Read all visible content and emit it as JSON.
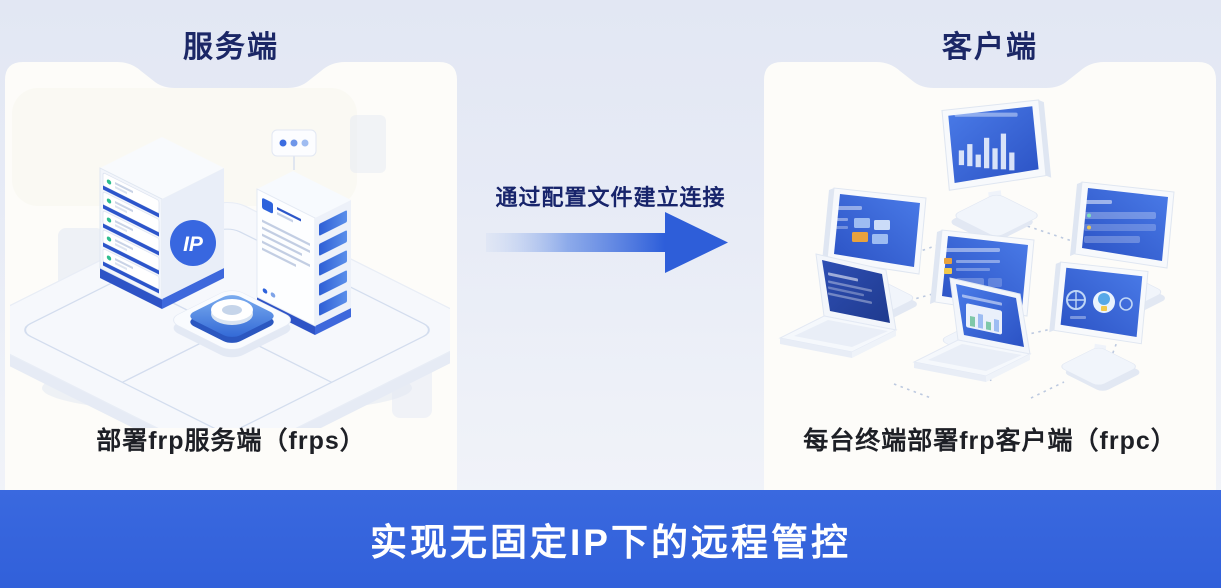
{
  "server_panel": {
    "title": "服务端",
    "caption": "部署frp服务端（frps）",
    "ip_badge": "IP"
  },
  "client_panel": {
    "title": "客户端",
    "caption": "每台终端部署frp客户端（frpc）"
  },
  "connection": {
    "label": "通过配置文件建立连接"
  },
  "banner": {
    "text": "实现无固定IP下的远程管控"
  },
  "colors": {
    "accent_blue": "#3160DA",
    "title_navy": "#1B2766",
    "screen_blue": "#3D6EE0",
    "badge_blue": "#3867E0",
    "card_white": "#FDFCF9"
  }
}
